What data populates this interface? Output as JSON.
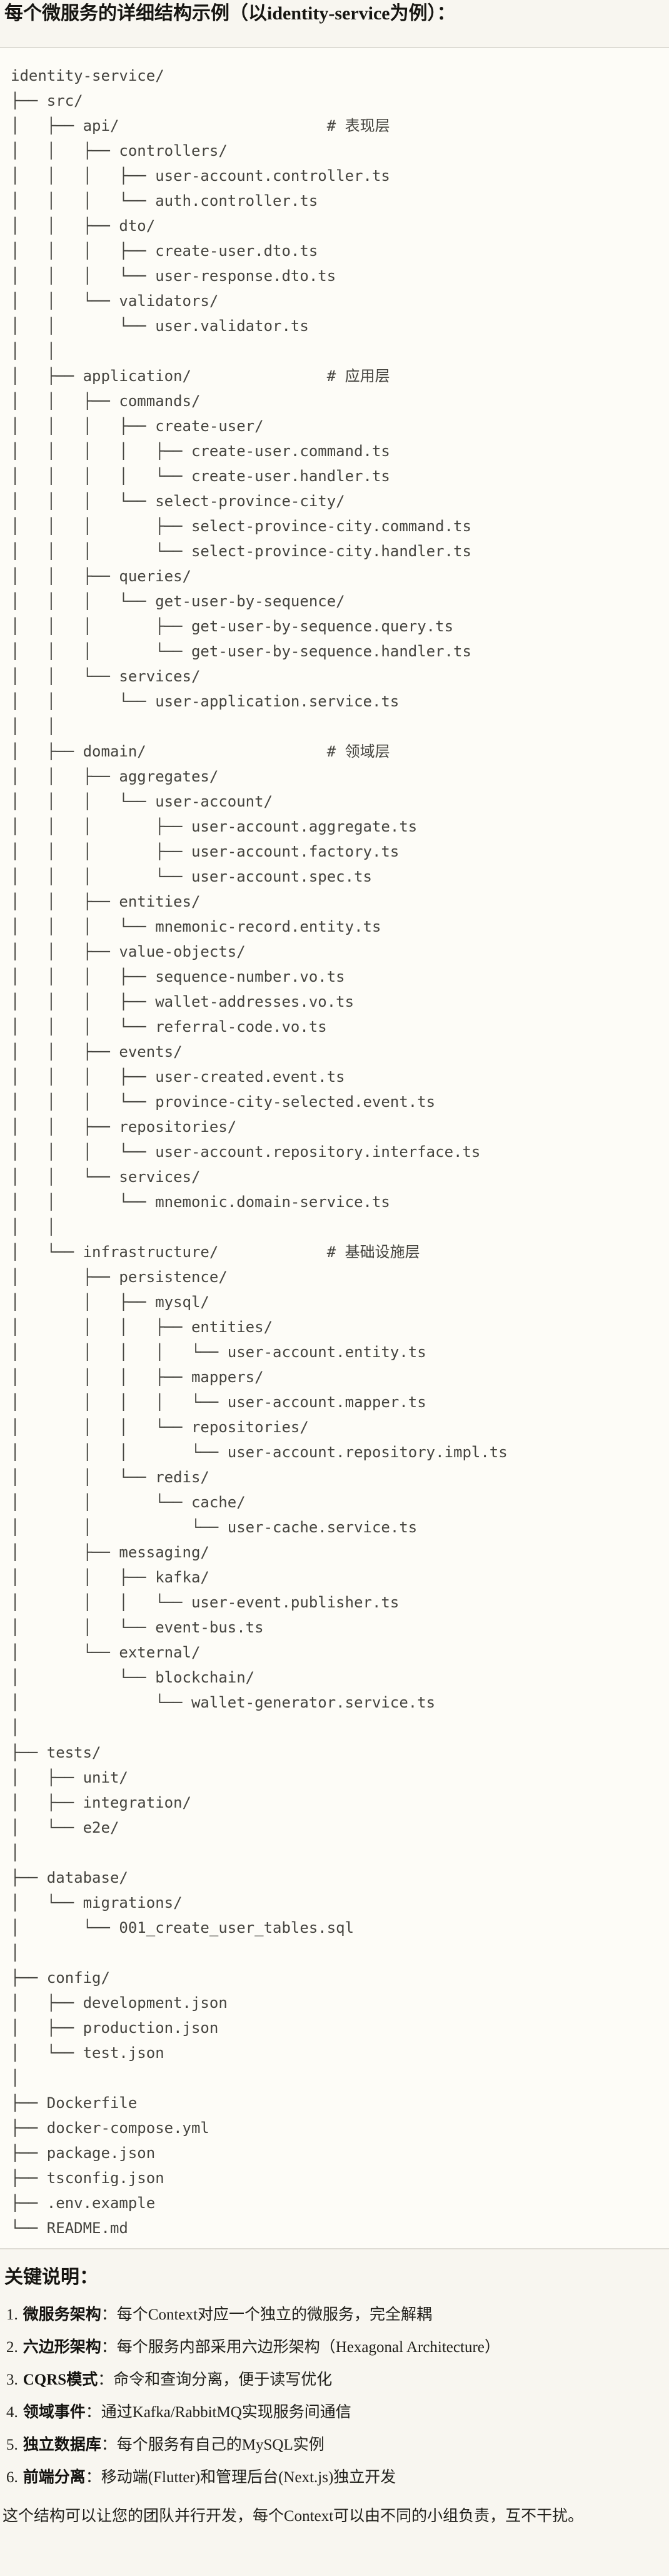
{
  "title": "每个微服务的详细结构示例（以identity-service为例）：",
  "colors": {
    "page_background": "#f8f6f0",
    "code_background": "#fdfcf7",
    "code_border": "#dedcd5",
    "tree_text": "#45443f",
    "heading_text": "#161511"
  },
  "tree": {
    "lines": [
      "identity-service/",
      "├── src/",
      "│   ├── api/                       # 表现层",
      "│   │   ├── controllers/",
      "│   │   │   ├── user-account.controller.ts",
      "│   │   │   └── auth.controller.ts",
      "│   │   ├── dto/",
      "│   │   │   ├── create-user.dto.ts",
      "│   │   │   └── user-response.dto.ts",
      "│   │   └── validators/",
      "│   │       └── user.validator.ts",
      "│   │",
      "│   ├── application/               # 应用层",
      "│   │   ├── commands/",
      "│   │   │   ├── create-user/",
      "│   │   │   │   ├── create-user.command.ts",
      "│   │   │   │   └── create-user.handler.ts",
      "│   │   │   └── select-province-city/",
      "│   │   │       ├── select-province-city.command.ts",
      "│   │   │       └── select-province-city.handler.ts",
      "│   │   ├── queries/",
      "│   │   │   └── get-user-by-sequence/",
      "│   │   │       ├── get-user-by-sequence.query.ts",
      "│   │   │       └── get-user-by-sequence.handler.ts",
      "│   │   └── services/",
      "│   │       └── user-application.service.ts",
      "│   │",
      "│   ├── domain/                    # 领域层",
      "│   │   ├── aggregates/",
      "│   │   │   └── user-account/",
      "│   │   │       ├── user-account.aggregate.ts",
      "│   │   │       ├── user-account.factory.ts",
      "│   │   │       └── user-account.spec.ts",
      "│   │   ├── entities/",
      "│   │   │   └── mnemonic-record.entity.ts",
      "│   │   ├── value-objects/",
      "│   │   │   ├── sequence-number.vo.ts",
      "│   │   │   ├── wallet-addresses.vo.ts",
      "│   │   │   └── referral-code.vo.ts",
      "│   │   ├── events/",
      "│   │   │   ├── user-created.event.ts",
      "│   │   │   └── province-city-selected.event.ts",
      "│   │   ├── repositories/",
      "│   │   │   └── user-account.repository.interface.ts",
      "│   │   └── services/",
      "│   │       └── mnemonic.domain-service.ts",
      "│   │",
      "│   └── infrastructure/            # 基础设施层",
      "│       ├── persistence/",
      "│       │   ├── mysql/",
      "│       │   │   ├── entities/",
      "│       │   │   │   └── user-account.entity.ts",
      "│       │   │   ├── mappers/",
      "│       │   │   │   └── user-account.mapper.ts",
      "│       │   │   └── repositories/",
      "│       │   │       └── user-account.repository.impl.ts",
      "│       │   └── redis/",
      "│       │       └── cache/",
      "│       │           └── user-cache.service.ts",
      "│       ├── messaging/",
      "│       │   ├── kafka/",
      "│       │   │   └── user-event.publisher.ts",
      "│       │   └── event-bus.ts",
      "│       └── external/",
      "│           └── blockchain/",
      "│               └── wallet-generator.service.ts",
      "│",
      "├── tests/",
      "│   ├── unit/",
      "│   ├── integration/",
      "│   └── e2e/",
      "│",
      "├── database/",
      "│   └── migrations/",
      "│       └── 001_create_user_tables.sql",
      "│",
      "├── config/",
      "│   ├── development.json",
      "│   ├── production.json",
      "│   └── test.json",
      "│",
      "├── Dockerfile",
      "├── docker-compose.yml",
      "├── package.json",
      "├── tsconfig.json",
      "├── .env.example",
      "└── README.md"
    ]
  },
  "notes": {
    "heading": "关键说明：",
    "separator": "：",
    "items": [
      {
        "num": "1.",
        "label": "微服务架构",
        "desc": "每个Context对应一个独立的微服务，完全解耦"
      },
      {
        "num": "2.",
        "label": "六边形架构",
        "desc": "每个服务内部采用六边形架构（Hexagonal Architecture）"
      },
      {
        "num": "3.",
        "label": "CQRS模式",
        "desc": "命令和查询分离，便于读写优化"
      },
      {
        "num": "4.",
        "label": "领域事件",
        "desc": "通过Kafka/RabbitMQ实现服务间通信"
      },
      {
        "num": "5.",
        "label": "独立数据库",
        "desc": "每个服务有自己的MySQL实例"
      },
      {
        "num": "6.",
        "label": "前端分离",
        "desc": "移动端(Flutter)和管理后台(Next.js)独立开发"
      }
    ]
  },
  "closing_note": "这个结构可以让您的团队并行开发，每个Context可以由不同的小组负责，互不干扰。"
}
